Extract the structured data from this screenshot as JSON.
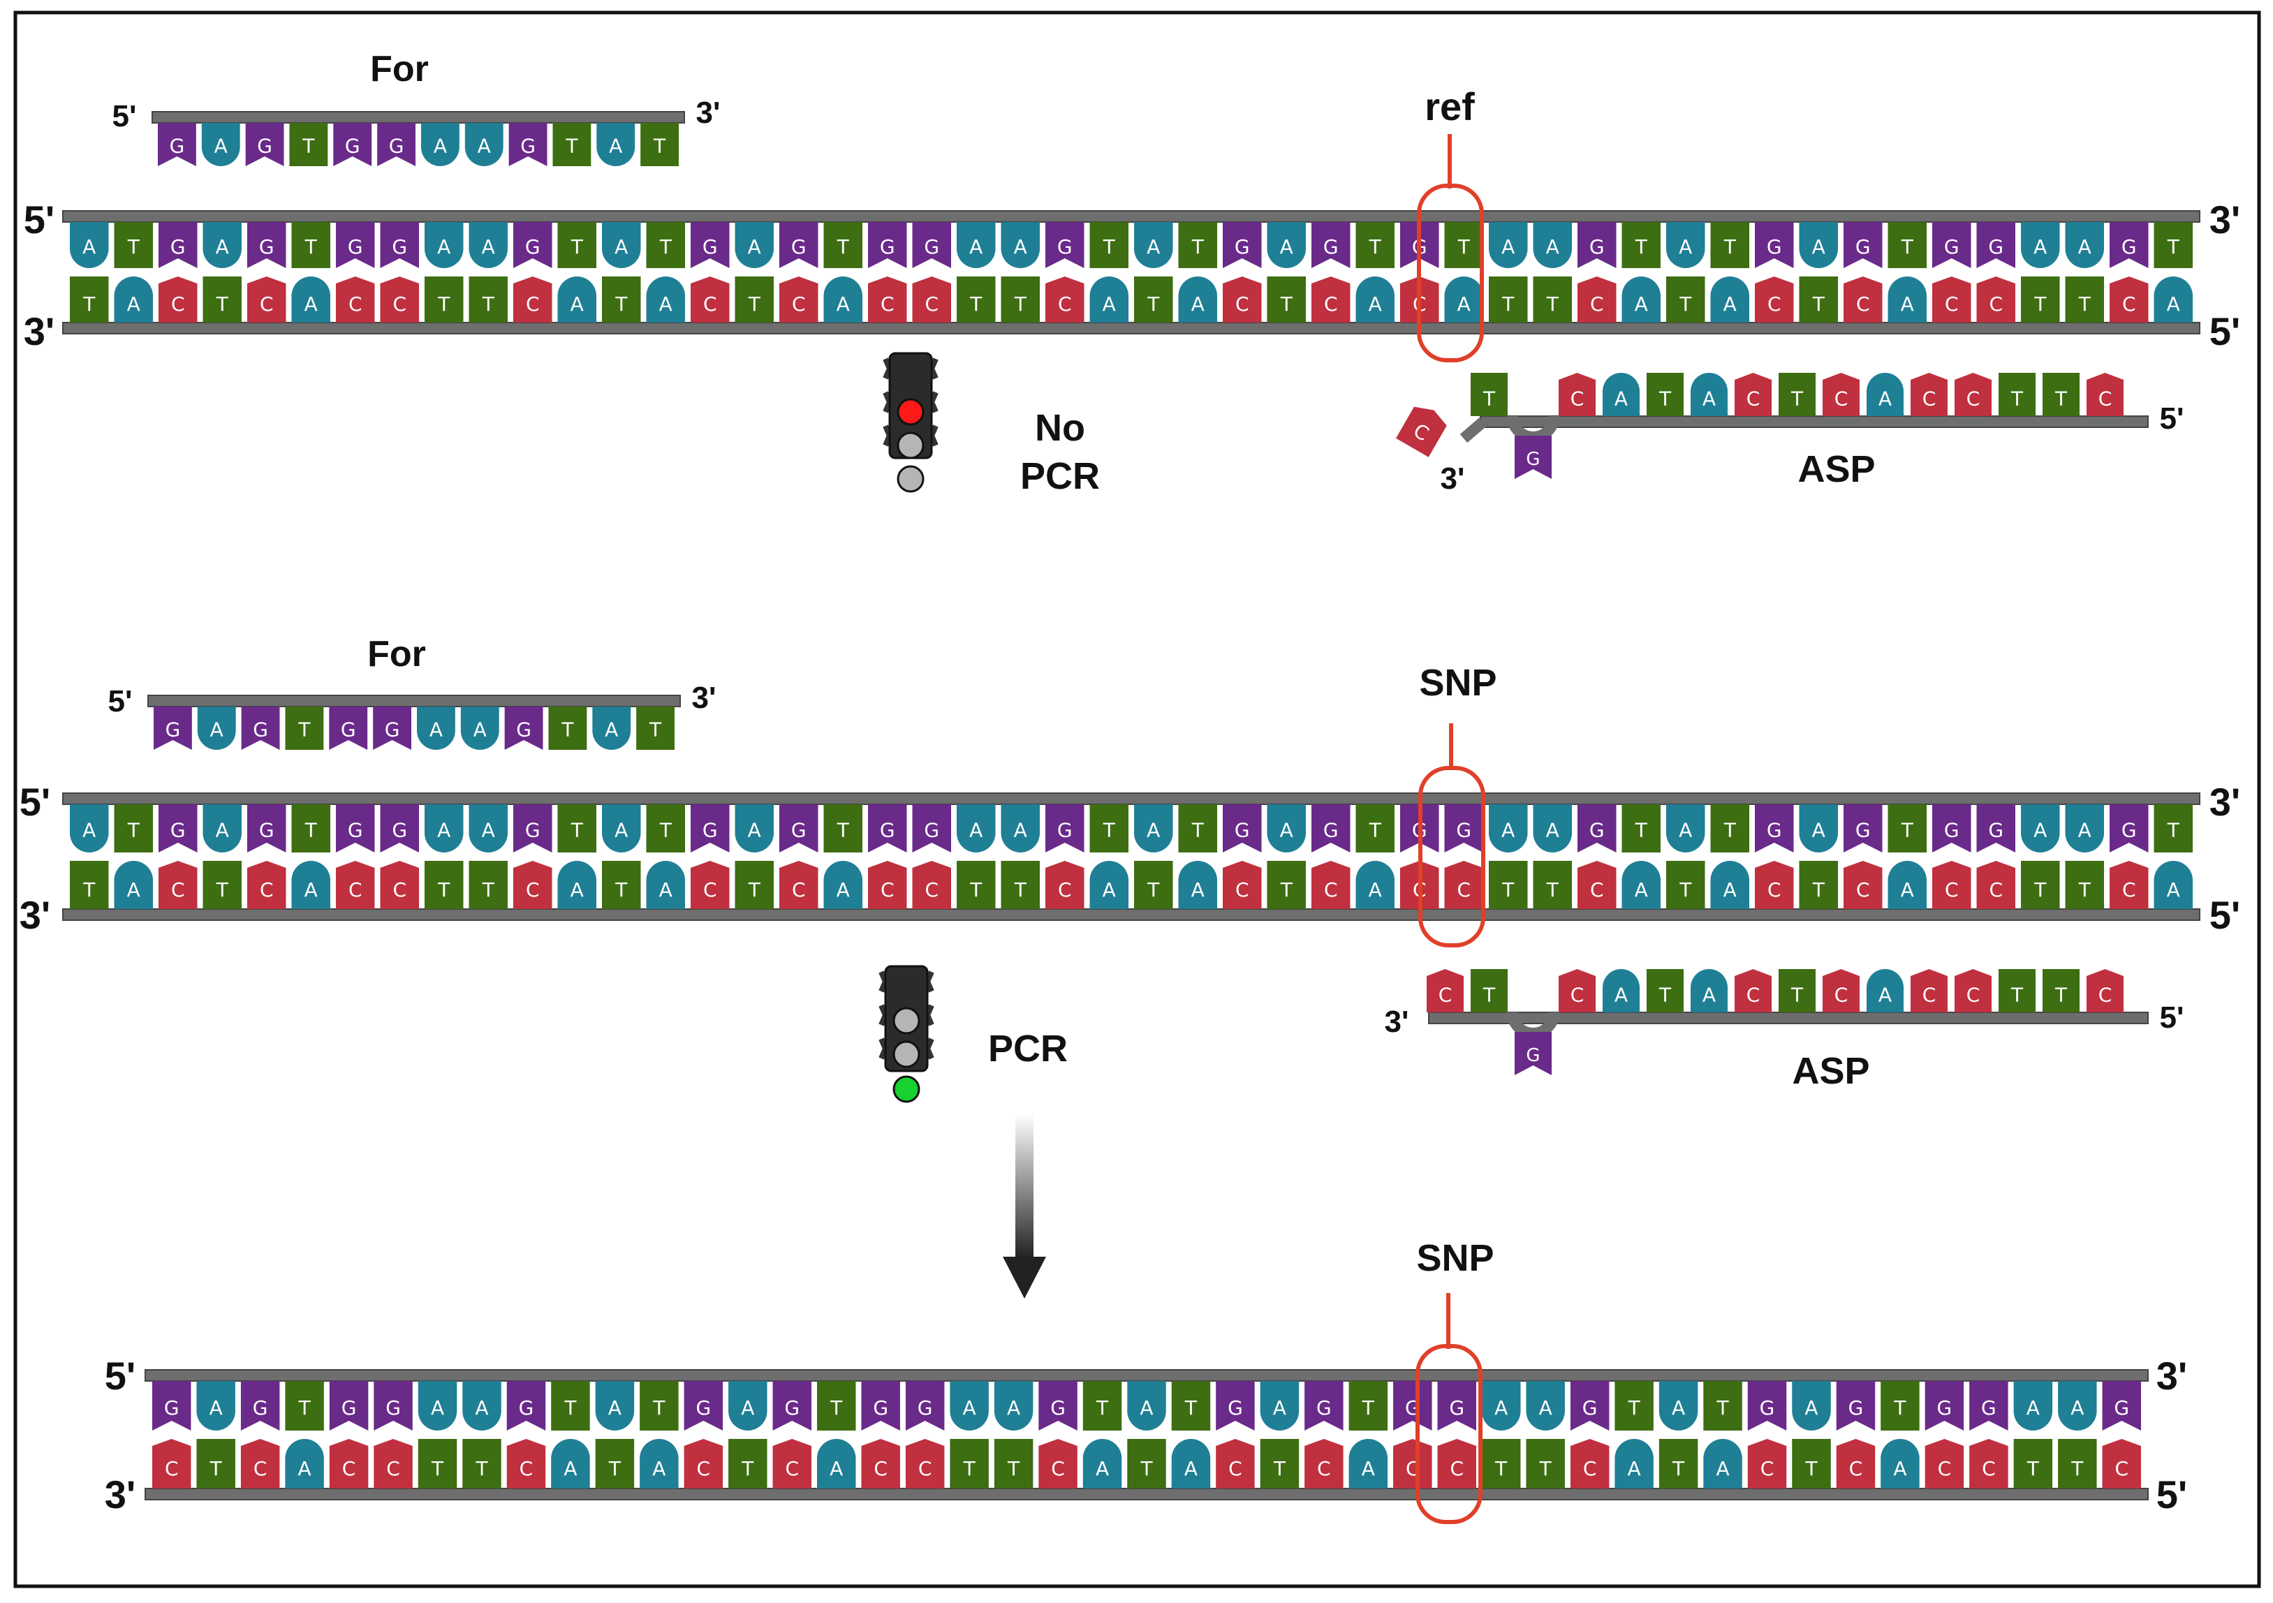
{
  "colors": {
    "A": "#1f7f95",
    "T": "#3d6e12",
    "G": "#6a2a8a",
    "C": "#c0303f",
    "backbone": "#6e6e6e",
    "highlight": "#e0402a",
    "frame": "#111111",
    "light_red": "#ff1a1a",
    "light_green": "#16d12e",
    "light_off": "#b5b5b5"
  },
  "panel1": {
    "primer_label": "For",
    "primer_five": "5'",
    "primer_three": "3'",
    "primer_seq": [
      "G",
      "A",
      "G",
      "T",
      "G",
      "G",
      "A",
      "A",
      "G",
      "T",
      "A",
      "T"
    ],
    "marker_label": "ref",
    "top_strand": [
      "A",
      "T",
      "G",
      "A",
      "G",
      "T",
      "G",
      "G",
      "A",
      "A",
      "G",
      "T",
      "A",
      "T",
      "G",
      "A",
      "G",
      "T",
      "G",
      "G",
      "A",
      "A",
      "G",
      "T",
      "A",
      "T",
      "G",
      "A",
      "G",
      "T",
      "G",
      "T",
      "A",
      "A",
      "G",
      "T",
      "A",
      "T",
      "G",
      "A",
      "G",
      "T",
      "G",
      "G",
      "A",
      "A",
      "G",
      "T"
    ],
    "bottom_strand": [
      "T",
      "A",
      "C",
      "T",
      "C",
      "A",
      "C",
      "C",
      "T",
      "T",
      "C",
      "A",
      "T",
      "A",
      "C",
      "T",
      "C",
      "A",
      "C",
      "C",
      "T",
      "T",
      "C",
      "A",
      "T",
      "A",
      "C",
      "T",
      "C",
      "A",
      "C",
      "A",
      "T",
      "T",
      "C",
      "A",
      "T",
      "A",
      "C",
      "T",
      "C",
      "A",
      "C",
      "C",
      "T",
      "T",
      "C",
      "A"
    ],
    "top_five": "5'",
    "top_three": "3'",
    "bottom_three": "3'",
    "bottom_five": "5'",
    "asp_label": "ASP",
    "asp_three": "3'",
    "asp_five": "5'",
    "asp_mismatch": "C",
    "asp_gap_base": "G",
    "asp_seq": [
      "T",
      "",
      "C",
      "A",
      "T",
      "A",
      "C",
      "T",
      "C",
      "A",
      "C",
      "C",
      "T",
      "T",
      "C"
    ],
    "light_state": "red",
    "status_label_1": "No",
    "status_label_2": "PCR"
  },
  "panel2": {
    "primer_label": "For",
    "primer_five": "5'",
    "primer_three": "3'",
    "primer_seq": [
      "G",
      "A",
      "G",
      "T",
      "G",
      "G",
      "A",
      "A",
      "G",
      "T",
      "A",
      "T"
    ],
    "marker_label": "SNP",
    "top_strand": [
      "A",
      "T",
      "G",
      "A",
      "G",
      "T",
      "G",
      "G",
      "A",
      "A",
      "G",
      "T",
      "A",
      "T",
      "G",
      "A",
      "G",
      "T",
      "G",
      "G",
      "A",
      "A",
      "G",
      "T",
      "A",
      "T",
      "G",
      "A",
      "G",
      "T",
      "G",
      "G",
      "A",
      "A",
      "G",
      "T",
      "A",
      "T",
      "G",
      "A",
      "G",
      "T",
      "G",
      "G",
      "A",
      "A",
      "G",
      "T"
    ],
    "bottom_strand": [
      "T",
      "A",
      "C",
      "T",
      "C",
      "A",
      "C",
      "C",
      "T",
      "T",
      "C",
      "A",
      "T",
      "A",
      "C",
      "T",
      "C",
      "A",
      "C",
      "C",
      "T",
      "T",
      "C",
      "A",
      "T",
      "A",
      "C",
      "T",
      "C",
      "A",
      "C",
      "C",
      "T",
      "T",
      "C",
      "A",
      "T",
      "A",
      "C",
      "T",
      "C",
      "A",
      "C",
      "C",
      "T",
      "T",
      "C",
      "A"
    ],
    "top_five": "5'",
    "top_three": "3'",
    "bottom_three": "3'",
    "bottom_five": "5'",
    "asp_label": "ASP",
    "asp_three": "3'",
    "asp_five": "5'",
    "asp_gap_base": "G",
    "asp_seq": [
      "C",
      "T",
      "",
      "C",
      "A",
      "T",
      "A",
      "C",
      "T",
      "C",
      "A",
      "C",
      "C",
      "T",
      "T",
      "C"
    ],
    "light_state": "green",
    "status_label_1": "PCR"
  },
  "panel3": {
    "marker_label": "SNP",
    "top_strand": [
      "G",
      "A",
      "G",
      "T",
      "G",
      "G",
      "A",
      "A",
      "G",
      "T",
      "A",
      "T",
      "G",
      "A",
      "G",
      "T",
      "G",
      "G",
      "A",
      "A",
      "G",
      "T",
      "A",
      "T",
      "G",
      "A",
      "G",
      "T",
      "G",
      "G",
      "A",
      "A",
      "G",
      "T",
      "A",
      "T",
      "G",
      "A",
      "G",
      "T",
      "G",
      "G",
      "A",
      "A",
      "G"
    ],
    "bottom_strand": [
      "C",
      "T",
      "C",
      "A",
      "C",
      "C",
      "T",
      "T",
      "C",
      "A",
      "T",
      "A",
      "C",
      "T",
      "C",
      "A",
      "C",
      "C",
      "T",
      "T",
      "C",
      "A",
      "T",
      "A",
      "C",
      "T",
      "C",
      "A",
      "C",
      "C",
      "T",
      "T",
      "C",
      "A",
      "T",
      "A",
      "C",
      "T",
      "C",
      "A",
      "C",
      "C",
      "T",
      "T",
      "C"
    ],
    "top_five": "5'",
    "top_three": "3'",
    "bottom_three": "3'",
    "bottom_five": "5'"
  }
}
